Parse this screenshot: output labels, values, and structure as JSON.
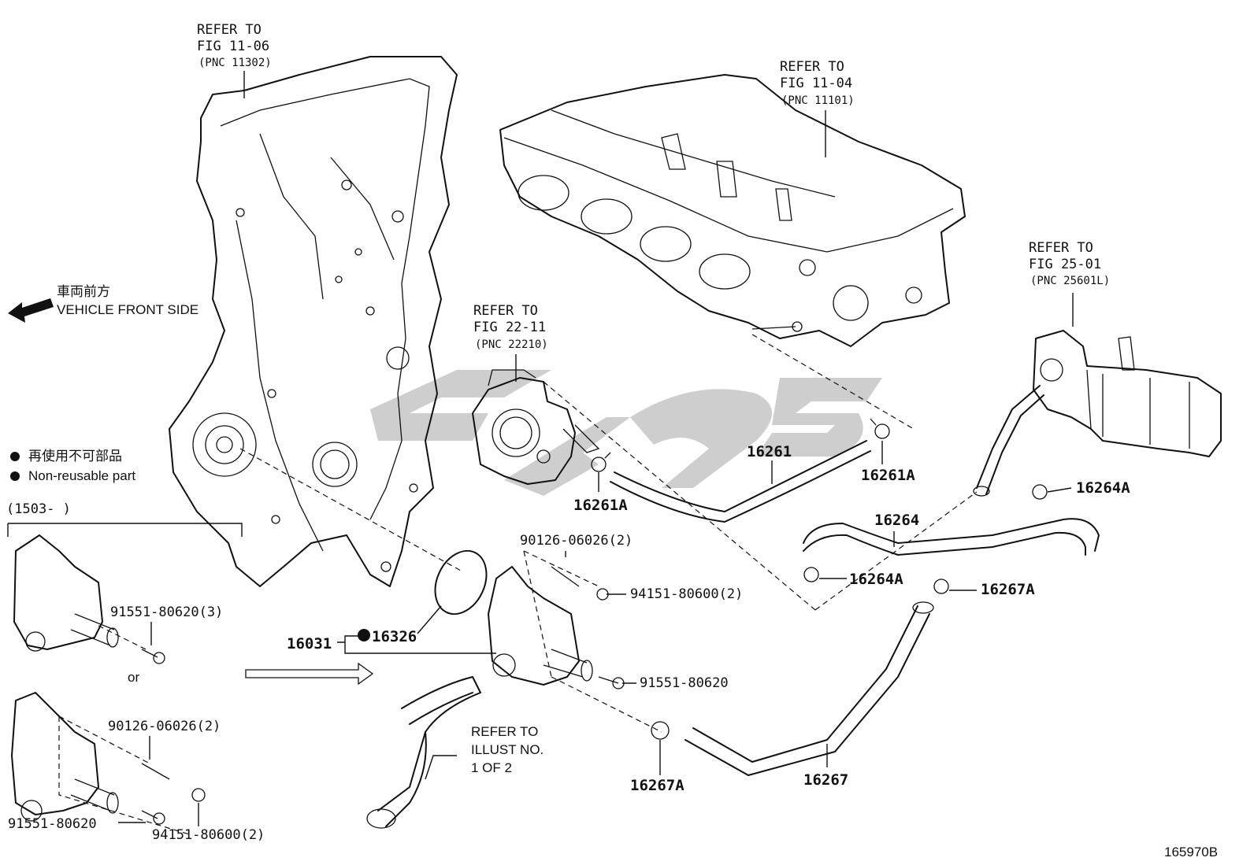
{
  "refs": {
    "timing_cover": {
      "line1": "REFER TO",
      "line2": "FIG 11-06",
      "pnc": "(PNC 11302)"
    },
    "cylinder_head": {
      "line1": "REFER TO",
      "line2": "FIG 11-04",
      "pnc": "(PNC 11101)"
    },
    "throttle_body": {
      "line1": "REFER TO",
      "line2": "FIG 22-11",
      "pnc": "(PNC 22210)"
    },
    "egr_cooler": {
      "line1": "REFER TO",
      "line2": "FIG 25-01",
      "pnc": "(PNC 25601L)"
    },
    "illust": {
      "line1": "REFER TO",
      "line2": "ILLUST NO.",
      "line3": "1 OF 2"
    }
  },
  "orientation": {
    "jp": "車両前方",
    "en": "VEHICLE FRONT SIDE"
  },
  "legend": {
    "jp": "再使用不可部品",
    "en": "Non-reusable part"
  },
  "production_range": "(1503-      )",
  "or_text": "or",
  "parts": {
    "p16261": "16261",
    "p16261a_right": "16261A",
    "p16261a_left": "16261A",
    "p16264": "16264",
    "p16264a_right": "16264A",
    "p16264a_left": "16264A",
    "p16267a_right": "16267A",
    "p16267a_bottom": "16267A",
    "p16267": "16267",
    "p16031": "16031",
    "p16326": "16326",
    "stud_main": "90126-06026(2)",
    "nut_main": "94151-80600(2)",
    "bolt_main": "91551-80620",
    "bolt_alt1": "91551-80620(3)",
    "stud_alt2": "90126-06026(2)",
    "bolt_alt2": "91551-80620",
    "nut_alt2": "94151-80600(2)"
  },
  "figure_id": "165970B"
}
